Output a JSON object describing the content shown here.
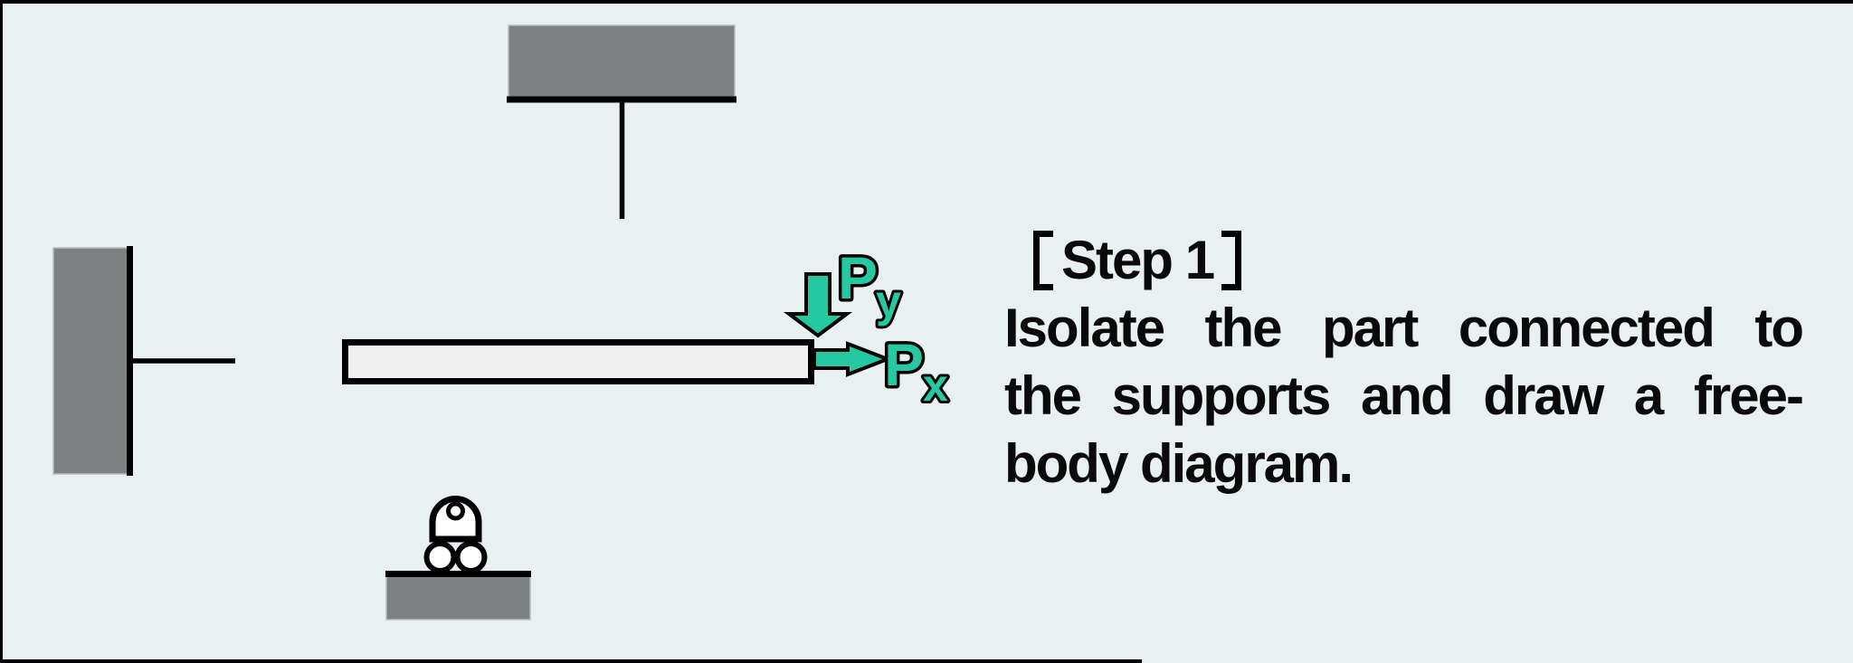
{
  "colors": {
    "background": "#e9f0f1",
    "frame": "#000000",
    "support_gray": "#7e8181",
    "beam_fill": "#f0f0f0",
    "force_teal": "#25c8a0",
    "outline_black": "#000000",
    "text_black": "#0a0a0a"
  },
  "instruction": {
    "heading_full": "【Step 1】",
    "heading_text": "Step 1",
    "lines": [
      "Isolate the part connected to",
      "the supports and draw a free-",
      "body diagram."
    ]
  },
  "forces": {
    "py_main": "P",
    "py_sub": "y",
    "px_main": "P",
    "px_sub": "x"
  }
}
